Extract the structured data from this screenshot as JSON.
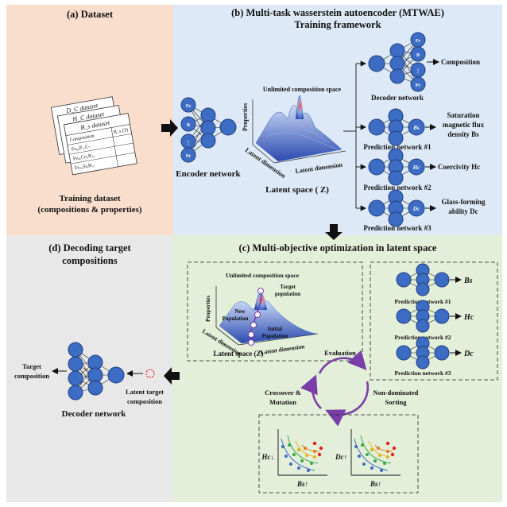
{
  "colors": {
    "dataset_bg": "#f9dece",
    "training_bg": "#dde9f6",
    "optimization_bg": "#e3efd9",
    "decoding_bg": "#e8e8e8",
    "node_blue": "#3d6cc4",
    "node_stroke": "#1f3f80",
    "arrow_purple": "#7a3fa6"
  },
  "panels": {
    "dataset_title": "(a) Dataset",
    "training_title_line1": "(b) Multi-task wasserstein autoencoder (MTWAE)",
    "training_title_line2": "Training framework",
    "optimization_title": "(c) Multi-objective optimization in latent space",
    "decoding_title_line1": "(d) Decoding target",
    "decoding_title_line2": "compositions"
  },
  "dataset": {
    "sheet_labels": [
      "D_C dataset",
      "H_C dataset",
      "B_s dataset"
    ],
    "column_labels": [
      "Composition",
      "B_s (T)"
    ],
    "row_labels": [
      "Fe₈₀P₁₃C₇",
      "Fe₈₀Co₅B₁₅",
      "Fe₇₈Si₉B₁₃"
    ],
    "caption_line1": "Training dataset",
    "caption_line2": "(compositions & properties)"
  },
  "training": {
    "encoder_inputs": [
      "Fe",
      "B",
      "⋮",
      "Pr"
    ],
    "decoder_outputs": [
      "Fe",
      "B",
      "⋮",
      "Pr"
    ],
    "encoder_label": "Encoder network",
    "decoder_label": "Decoder network",
    "composition_label": "Composition",
    "surface_title": "Unlimited composition space",
    "axis_properties": "Properties",
    "axis_latent_a": "Latent dimension",
    "axis_latent_b": "Latent dimension",
    "latent_space_label": "Latent space ( Z)",
    "pred1_label": "Prediction network #1",
    "pred2_label": "Prediction network #2",
    "pred3_label": "Prediction network #3",
    "pred1_node": "Bs",
    "pred2_node": "Hc",
    "pred3_node": "Dc",
    "pred1_output_line1": "Saturation",
    "pred1_output_line2": "magnetic flux",
    "pred1_output_line3": "density Bs",
    "pred2_output": "Coercivity Hc",
    "pred3_output_line1": "Glass-forming",
    "pred3_output_line2": "ability Dc"
  },
  "optimization": {
    "surface_title": "Unlimited composition space",
    "target_population_line1": "Target",
    "target_population_line2": "population",
    "new_population_line1": "New",
    "new_population_line2": "Population",
    "initial_population_line1": "Initial",
    "initial_population_line2": "Population",
    "axis_properties": "Properties",
    "axis_latent_a": "Latent dimension",
    "axis_latent_b": "Latent dimension",
    "latent_space_label": "Latent space (Z)",
    "evaluation_label": "Evaluation",
    "crossover_line1": "Crossover &",
    "crossover_line2": "Mutation",
    "sorting_line1": "Non-dominated",
    "sorting_line2": "Sorting",
    "pred1_label": "Prediction network #1",
    "pred2_label": "Prediction network #2",
    "pred3_label": "Prediction network #3",
    "pred1_output": "Bs",
    "pred2_output": "Hc",
    "pred3_output": "Dc",
    "pareto1_ylabel": "Hc↓",
    "pareto1_xlabel": "Bs↑",
    "pareto2_ylabel": "Dc↑",
    "pareto2_xlabel": "Bs↑"
  },
  "decoding": {
    "target_composition_line1": "Target",
    "target_composition_line2": "composition",
    "latent_target_line1": "Latent target",
    "latent_target_line2": "composition",
    "decoder_label": "Decoder network"
  }
}
